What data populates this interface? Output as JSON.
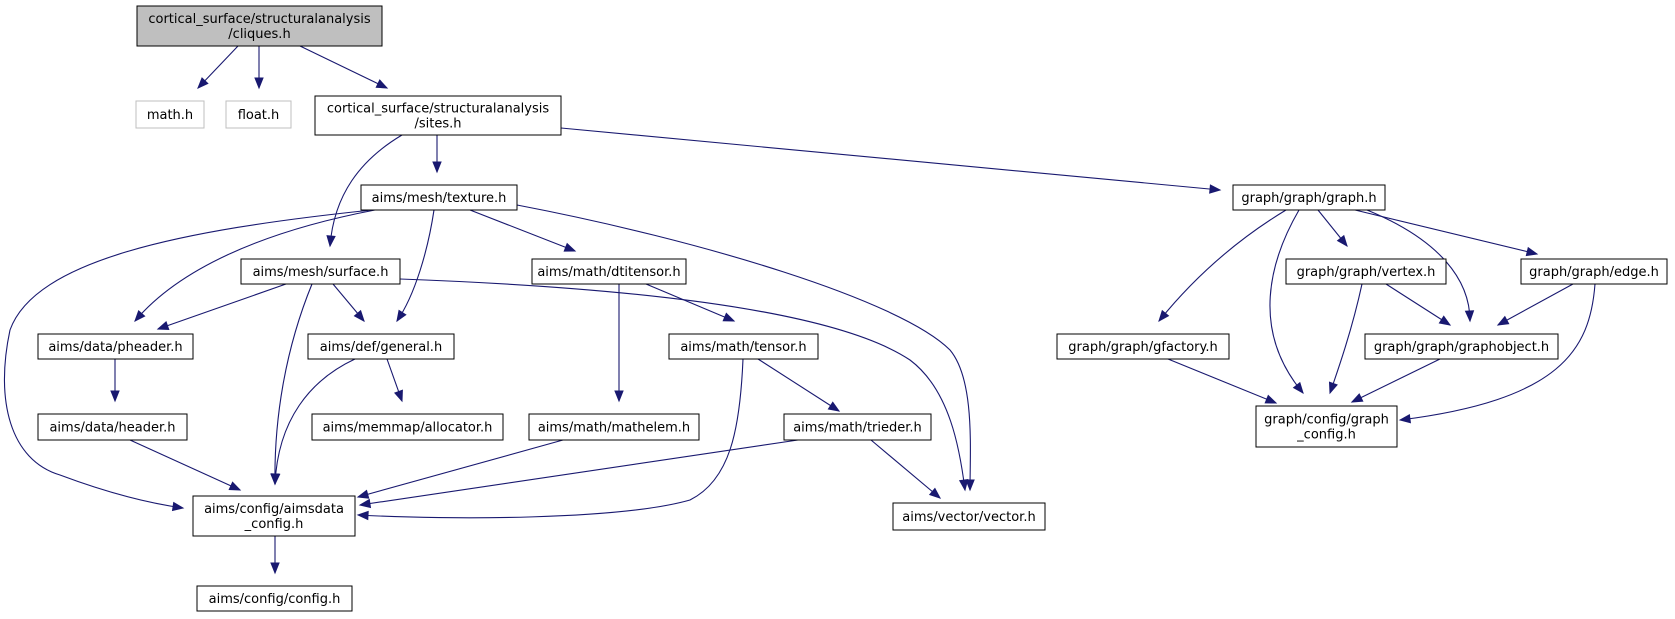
{
  "diagram": {
    "type": "include-dependency-graph",
    "colors": {
      "edge": "#191970",
      "root_fill": "#bfbfbf",
      "external_border": "#bfbfbf",
      "node_border": "#000000",
      "text": "#000000"
    },
    "nodes": [
      {
        "id": "cliques",
        "lines": [
          "cortical_surface/structuralanalysis",
          "/cliques.h"
        ],
        "style": "root"
      },
      {
        "id": "math",
        "lines": [
          "math.h"
        ],
        "style": "external"
      },
      {
        "id": "float",
        "lines": [
          "float.h"
        ],
        "style": "external"
      },
      {
        "id": "sites",
        "lines": [
          "cortical_surface/structuralanalysis",
          "/sites.h"
        ],
        "style": "normal"
      },
      {
        "id": "texture",
        "lines": [
          "aims/mesh/texture.h"
        ],
        "style": "normal"
      },
      {
        "id": "graph",
        "lines": [
          "graph/graph/graph.h"
        ],
        "style": "normal"
      },
      {
        "id": "surface",
        "lines": [
          "aims/mesh/surface.h"
        ],
        "style": "normal"
      },
      {
        "id": "dtitensor",
        "lines": [
          "aims/math/dtitensor.h"
        ],
        "style": "normal"
      },
      {
        "id": "vertex",
        "lines": [
          "graph/graph/vertex.h"
        ],
        "style": "normal"
      },
      {
        "id": "edge",
        "lines": [
          "graph/graph/edge.h"
        ],
        "style": "normal"
      },
      {
        "id": "pheader",
        "lines": [
          "aims/data/pheader.h"
        ],
        "style": "normal"
      },
      {
        "id": "general",
        "lines": [
          "aims/def/general.h"
        ],
        "style": "normal"
      },
      {
        "id": "tensor",
        "lines": [
          "aims/math/tensor.h"
        ],
        "style": "normal"
      },
      {
        "id": "gfactory",
        "lines": [
          "graph/graph/gfactory.h"
        ],
        "style": "normal"
      },
      {
        "id": "graphobject",
        "lines": [
          "graph/graph/graphobject.h"
        ],
        "style": "normal"
      },
      {
        "id": "header",
        "lines": [
          "aims/data/header.h"
        ],
        "style": "normal"
      },
      {
        "id": "allocator",
        "lines": [
          "aims/memmap/allocator.h"
        ],
        "style": "normal"
      },
      {
        "id": "mathelem",
        "lines": [
          "aims/math/mathelem.h"
        ],
        "style": "normal"
      },
      {
        "id": "trieder",
        "lines": [
          "aims/math/trieder.h"
        ],
        "style": "normal"
      },
      {
        "id": "graph_config",
        "lines": [
          "graph/config/graph",
          "_config.h"
        ],
        "style": "normal"
      },
      {
        "id": "aimsdata_config",
        "lines": [
          "aims/config/aimsdata",
          "_config.h"
        ],
        "style": "normal"
      },
      {
        "id": "vector",
        "lines": [
          "aims/vector/vector.h"
        ],
        "style": "normal"
      },
      {
        "id": "config",
        "lines": [
          "aims/config/config.h"
        ],
        "style": "normal"
      }
    ],
    "edges": [
      {
        "from": "cliques",
        "to": "math"
      },
      {
        "from": "cliques",
        "to": "float"
      },
      {
        "from": "cliques",
        "to": "sites"
      },
      {
        "from": "sites",
        "to": "texture"
      },
      {
        "from": "sites",
        "to": "surface"
      },
      {
        "from": "sites",
        "to": "graph"
      },
      {
        "from": "texture",
        "to": "pheader"
      },
      {
        "from": "texture",
        "to": "general"
      },
      {
        "from": "texture",
        "to": "dtitensor"
      },
      {
        "from": "texture",
        "to": "vector"
      },
      {
        "from": "texture",
        "to": "aimsdata_config"
      },
      {
        "from": "surface",
        "to": "pheader"
      },
      {
        "from": "surface",
        "to": "general"
      },
      {
        "from": "surface",
        "to": "aimsdata_config"
      },
      {
        "from": "surface",
        "to": "vector"
      },
      {
        "from": "dtitensor",
        "to": "tensor"
      },
      {
        "from": "dtitensor",
        "to": "mathelem"
      },
      {
        "from": "pheader",
        "to": "header"
      },
      {
        "from": "header",
        "to": "aimsdata_config"
      },
      {
        "from": "general",
        "to": "allocator"
      },
      {
        "from": "general",
        "to": "aimsdata_config"
      },
      {
        "from": "tensor",
        "to": "trieder"
      },
      {
        "from": "tensor",
        "to": "aimsdata_config"
      },
      {
        "from": "mathelem",
        "to": "aimsdata_config"
      },
      {
        "from": "trieder",
        "to": "aimsdata_config"
      },
      {
        "from": "trieder",
        "to": "vector"
      },
      {
        "from": "aimsdata_config",
        "to": "config"
      },
      {
        "from": "graph",
        "to": "vertex"
      },
      {
        "from": "graph",
        "to": "edge"
      },
      {
        "from": "graph",
        "to": "gfactory"
      },
      {
        "from": "graph",
        "to": "graphobject"
      },
      {
        "from": "graph",
        "to": "graph_config"
      },
      {
        "from": "vertex",
        "to": "graphobject"
      },
      {
        "from": "vertex",
        "to": "graph_config"
      },
      {
        "from": "edge",
        "to": "graphobject"
      },
      {
        "from": "edge",
        "to": "graph_config"
      },
      {
        "from": "gfactory",
        "to": "graph_config"
      },
      {
        "from": "graphobject",
        "to": "graph_config"
      }
    ]
  }
}
